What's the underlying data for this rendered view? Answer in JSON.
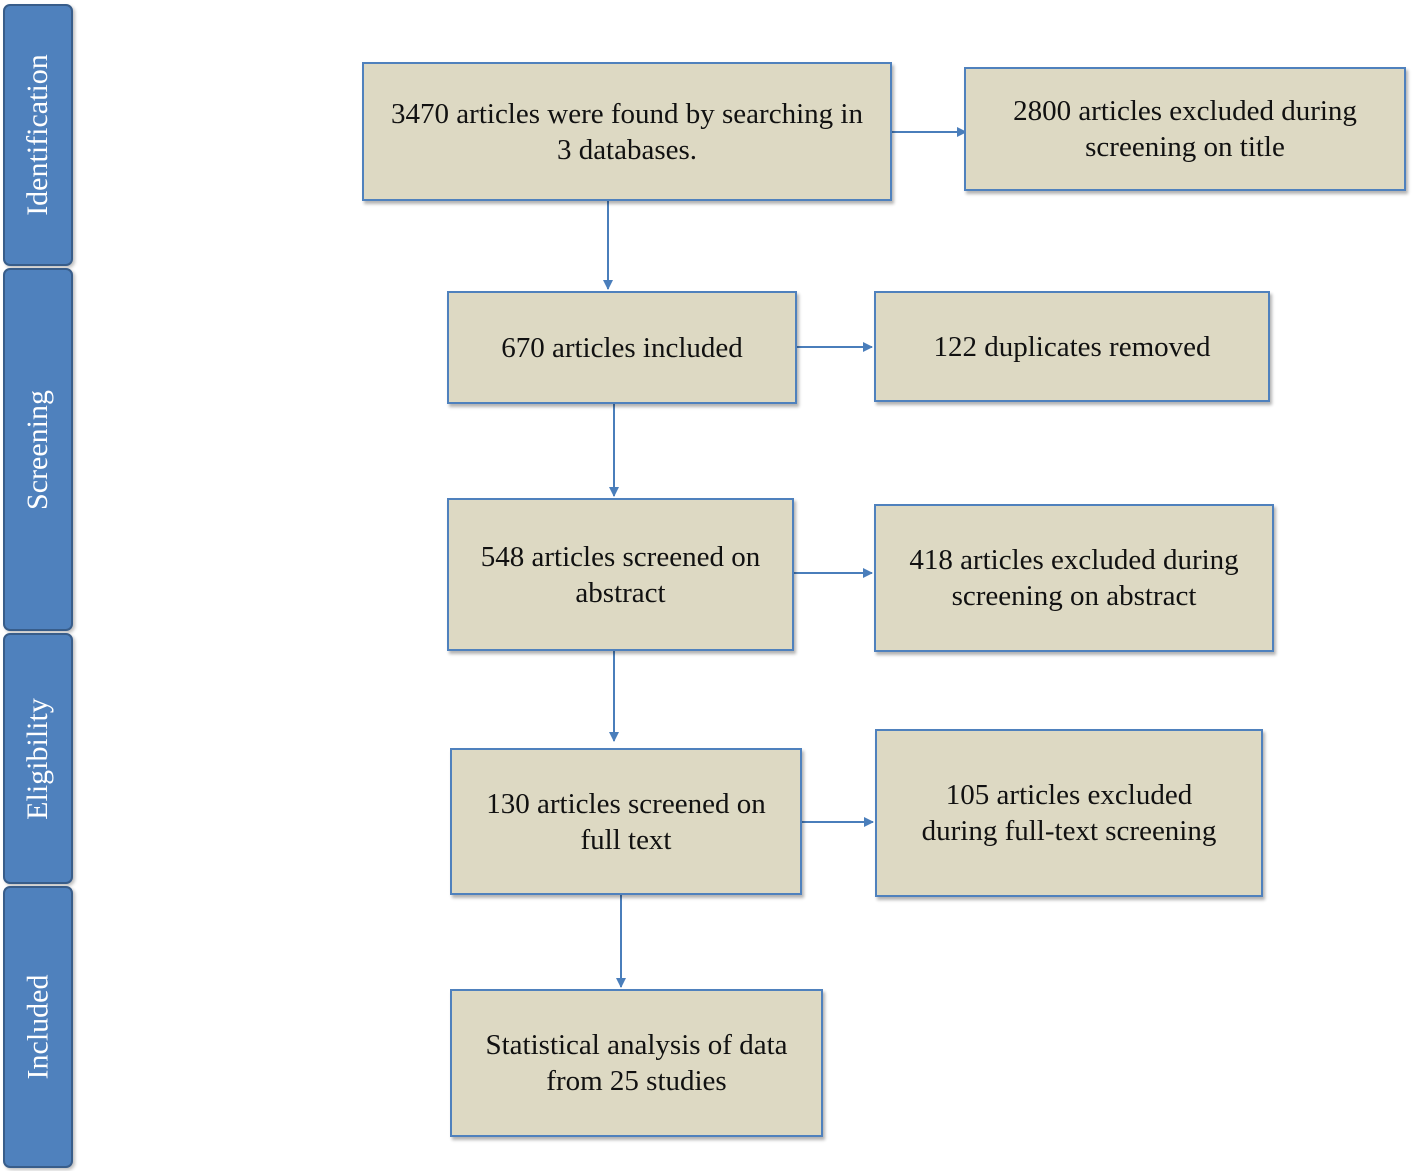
{
  "stages": {
    "identification": "Identification",
    "screening": "Screening",
    "eligibility": "Eligibility",
    "included": "Included"
  },
  "boxes": {
    "search": "3470 articles were found by searching in 3 databases.",
    "excluded_title": "2800 articles excluded during screening on title",
    "included": "670 articles included",
    "duplicates": "122 duplicates removed",
    "abstract": "548 articles screened on abstract",
    "excluded_abstract": "418 articles excluded during screening on abstract",
    "fulltext": "130 articles screened on full text",
    "excluded_fulltext": "105 articles excluded during full-text screening",
    "analysis": "Statistical analysis of data from 25 studies"
  },
  "colors": {
    "stage_fill": "#4f81bd",
    "box_fill": "#ddd9c3",
    "box_border": "#4f81bd",
    "arrow": "#4a7ebb"
  }
}
